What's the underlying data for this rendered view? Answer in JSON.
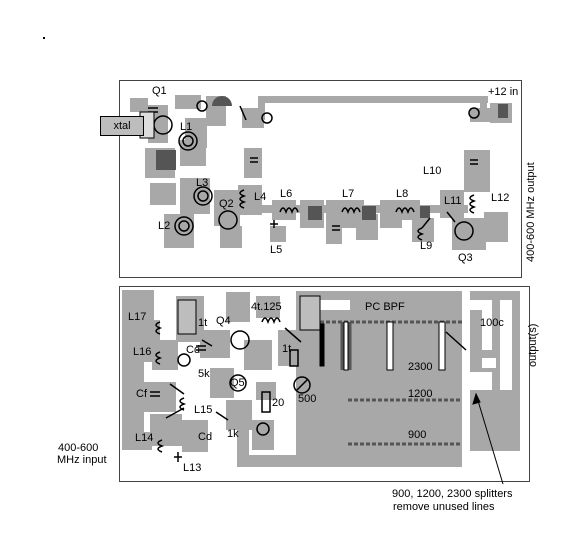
{
  "top_board": {
    "labels": {
      "q1": "Q1",
      "xtal": "xtal",
      "l1": "L1",
      "l2": "L2",
      "l3": "L3",
      "q2": "Q2",
      "l4": "L4",
      "l5": "L5",
      "l6": "L6",
      "l7": "L7",
      "l8": "L8",
      "l9": "L9",
      "l10": "L10",
      "l11": "L11",
      "l12": "L12",
      "q3": "Q3",
      "supply": "+12 in"
    },
    "side_caption": "400-600 MHz output"
  },
  "bottom_board": {
    "labels": {
      "l17": "L17",
      "l16": "L16",
      "l15": "L15",
      "l14": "L14",
      "l13": "L13",
      "cf": "Cf",
      "cd_top": "Cd",
      "cd_bottom": "Cd",
      "one_t_left": "1t",
      "q4": "Q4",
      "q5": "Q5",
      "res_5k": "5k",
      "res_1k": "1k",
      "coil_4t125": "4t.125",
      "one_t_right": "1t",
      "res_20": "20",
      "res_500": "500",
      "pc_bpf": "PC BPF",
      "line_2300": "2300",
      "line_1200": "1200",
      "line_900": "900",
      "cap_100c": "100c"
    },
    "side_caption": "output(s)"
  },
  "input_caption": {
    "line1": "400-600",
    "line2": "MHz input"
  },
  "splitter_note": {
    "line1": "900, 1200, 2300 splitters",
    "line2": "remove unused lines"
  },
  "colors": {
    "copper": "#a8a8a8",
    "dark": "#555555",
    "trace": "#9a9a9a",
    "white": "#ffffff"
  }
}
